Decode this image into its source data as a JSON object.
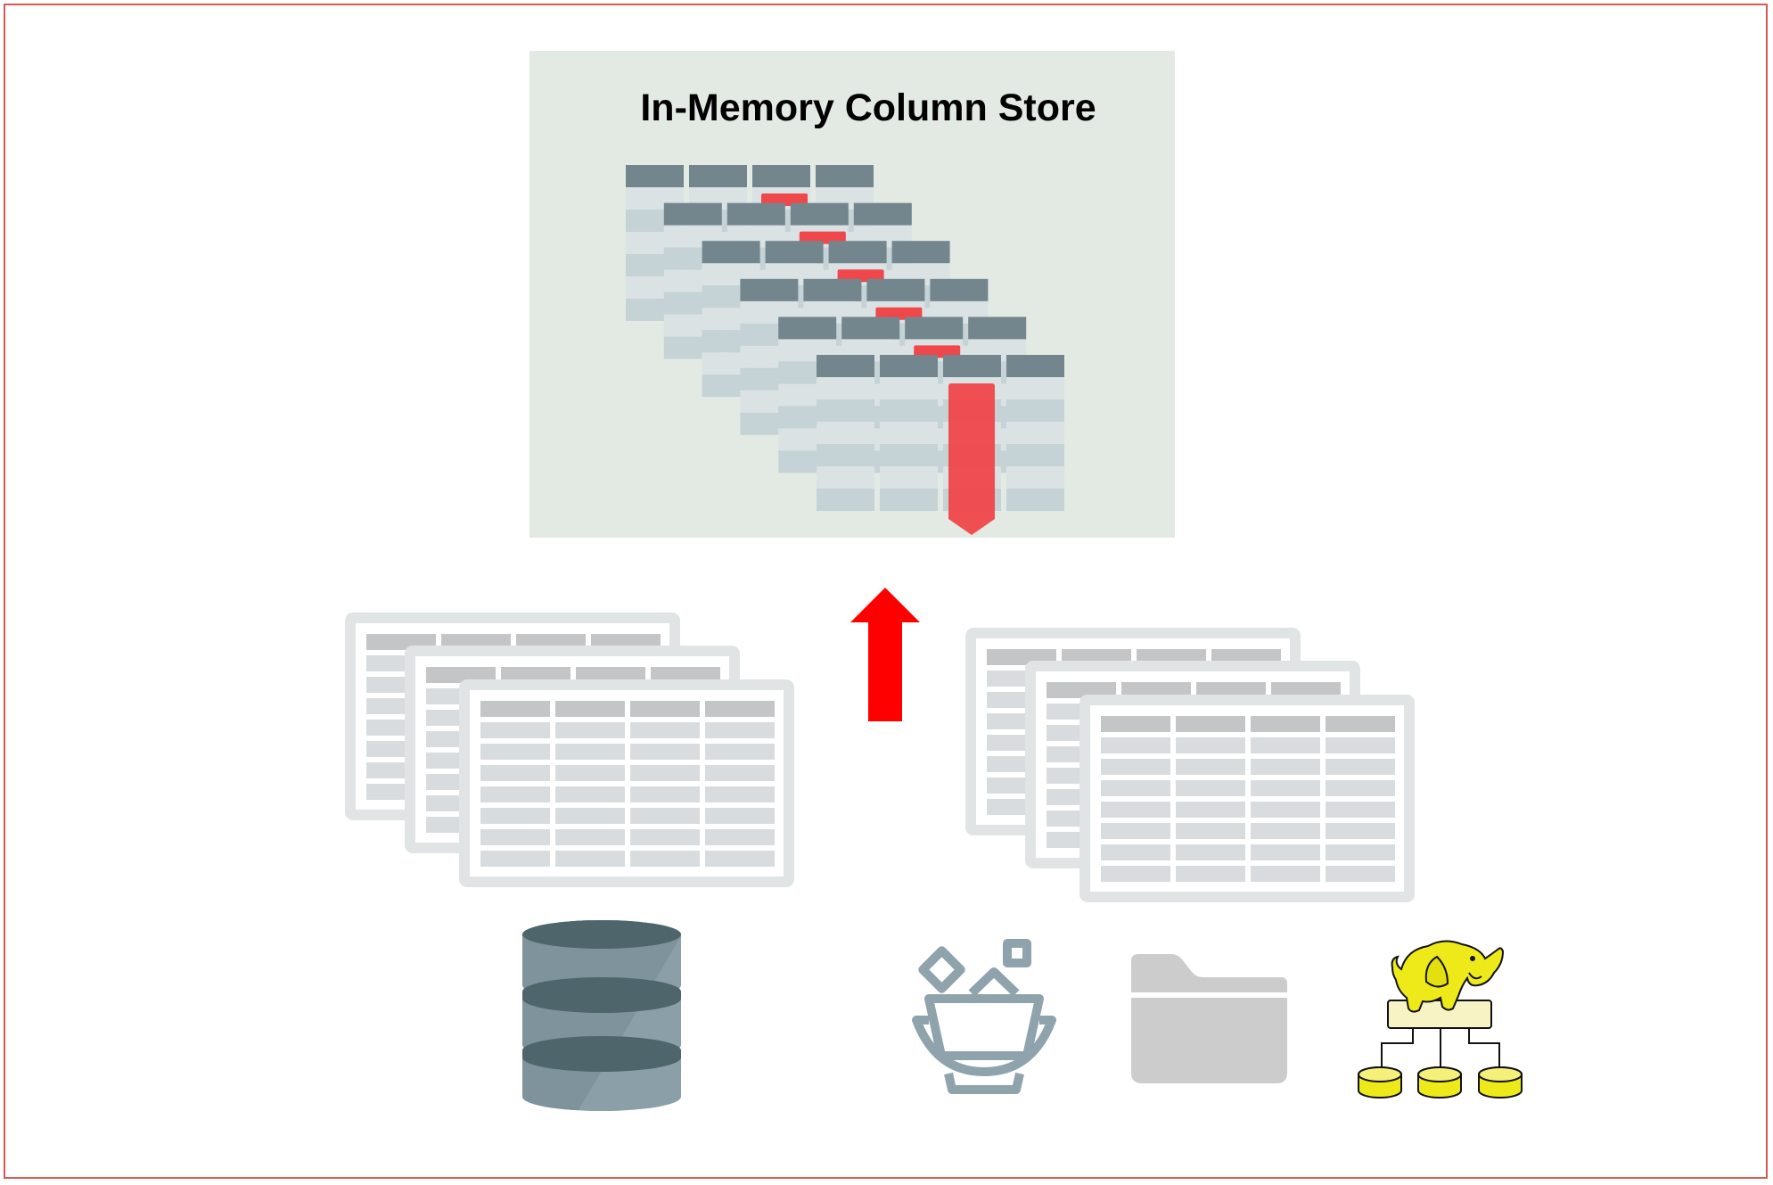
{
  "diagram": {
    "title": "In-Memory Column Store",
    "column_store": {
      "layers": 6,
      "columns_per_layer": 4,
      "body_rows": 6,
      "highlight_column_index": 2,
      "icon": "column-store-layers-icon"
    },
    "transfer_arrow": {
      "direction": "up",
      "icon": "red-up-arrow-icon"
    },
    "source_groups": [
      {
        "name": "left-row-tables",
        "sheets": 3,
        "columns": 4,
        "body_rows": 7,
        "sources": [
          {
            "icon": "database-icon",
            "label": ""
          }
        ]
      },
      {
        "name": "right-row-tables",
        "sheets": 3,
        "columns": 4,
        "body_rows": 7,
        "sources": [
          {
            "icon": "data-lake-bowl-icon",
            "label": ""
          },
          {
            "icon": "folder-icon",
            "label": ""
          },
          {
            "icon": "hadoop-elephant-icon",
            "label": ""
          }
        ]
      }
    ],
    "colors": {
      "frame_border": "#d45a52",
      "panel_background": "#e3eae3",
      "column_header": "#73868e",
      "column_row_light": "#dae2e4",
      "column_row_dark": "#c5d2d6",
      "highlight_red": "#f0474a",
      "arrow_red": "#ff0000",
      "sheet_frame": "#e1e4e5",
      "sheet_header": "#c4c5c7",
      "sheet_cell": "#d9dcde",
      "database_dark": "#4f656c",
      "database_body": "#8a9fa8",
      "lake_icon": "#8fa3ad",
      "folder": "#cccccc",
      "hadoop_yellow": "#eeea1a",
      "hadoop_box": "#f7f3c4"
    }
  }
}
